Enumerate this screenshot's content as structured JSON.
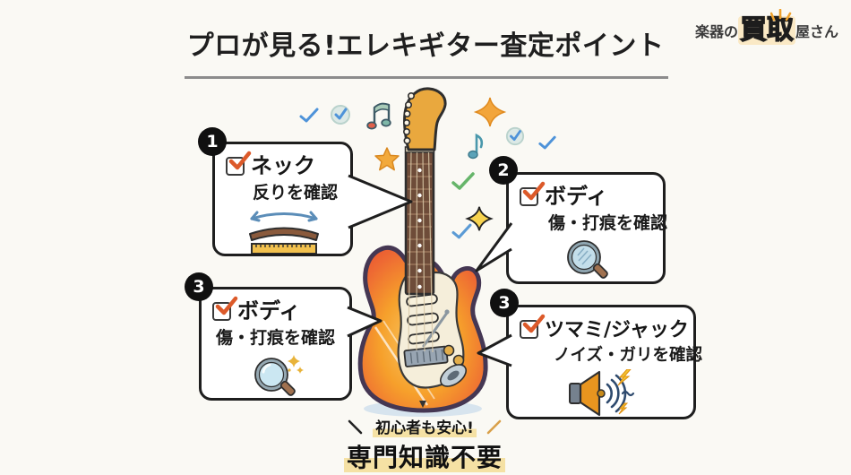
{
  "page": {
    "background_color": "#FAF9F4"
  },
  "header": {
    "title": "プロが見る!エレキギター査定ポイント",
    "logo": {
      "prefix": "楽器の",
      "emphasis": "買取",
      "suffix": "屋さん",
      "emphasis_color": "#EFA22E",
      "sparkle_icon": "sparkle-lines-icon"
    }
  },
  "callouts": [
    {
      "number": "1",
      "title": "ネック",
      "subtitle": "反りを確認",
      "check_icon": "checkbox-checked-icon",
      "icon": "neck-bow-ruler-icon"
    },
    {
      "number": "2",
      "title": "ボディ",
      "subtitle": "傷・打痕を確認",
      "check_icon": "checkbox-checked-icon",
      "icon": "magnifying-glass-icon"
    },
    {
      "number": "3",
      "title": "ボディ",
      "subtitle": "傷・打痕を確認",
      "check_icon": "checkbox-checked-icon",
      "icon": "magnifying-glass-sparkle-icon"
    },
    {
      "number": "3",
      "title": "ツマミ/ジャック",
      "subtitle": "ノイズ・ガリを確認",
      "check_icon": "checkbox-checked-icon",
      "icon": "speaker-noise-icon"
    }
  ],
  "footer": {
    "tagline": "初心者も安心!",
    "headline": "専門知識不要",
    "highlight_color": "#F5E1A4"
  },
  "illustration": {
    "subject": "electric-guitar",
    "style": "sunburst stratocaster cartoon",
    "body_colors": [
      "#E85230",
      "#F6A02B",
      "#F9CA68"
    ],
    "outline_color": "#453753"
  },
  "decorations": [
    {
      "name": "check-icon",
      "color": "#4E93D9"
    },
    {
      "name": "circled-check-icon",
      "color": "#B9D2CC"
    },
    {
      "name": "double-music-note-icon",
      "colors": [
        "#E0604A",
        "#7FB8A8"
      ]
    },
    {
      "name": "star-icon",
      "color": "#F2A93B"
    },
    {
      "name": "sparkle-icon",
      "color": "#F2A53B"
    },
    {
      "name": "music-note-icon",
      "color": "#5BA3B8"
    },
    {
      "name": "circled-check-icon",
      "color": "#B9D2CC"
    },
    {
      "name": "check-icon",
      "color": "#4E93D9"
    },
    {
      "name": "check-icon",
      "color": "#66B56A"
    },
    {
      "name": "sparkle-outline-icon",
      "color": "#F7D34F"
    },
    {
      "name": "check-icon",
      "color": "#5B9BD5"
    }
  ]
}
